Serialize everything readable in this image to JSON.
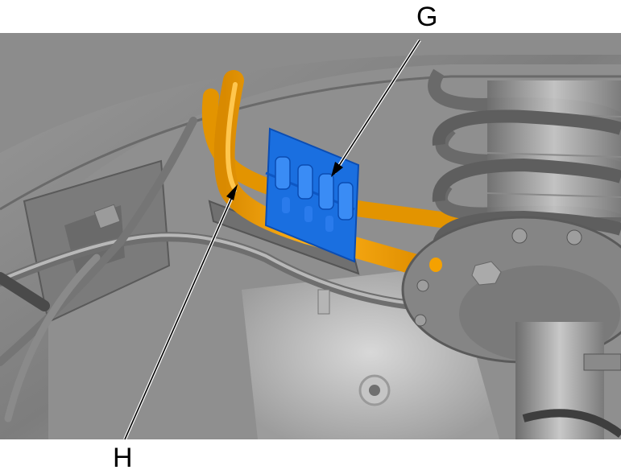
{
  "figure": {
    "type": "technical-illustration",
    "subject": "wheel well harness routing with strut assembly",
    "colors": {
      "background": "#ffffff",
      "body_gray": "#8a8a8a",
      "harness_orange": "#f5a100",
      "clip_blue": "#1a6fe0",
      "leader_line": "#000000"
    }
  },
  "callouts": [
    {
      "id": "G",
      "label": "G",
      "target": "blue harness clip"
    },
    {
      "id": "H",
      "label": "H",
      "target": "orange harness"
    }
  ]
}
